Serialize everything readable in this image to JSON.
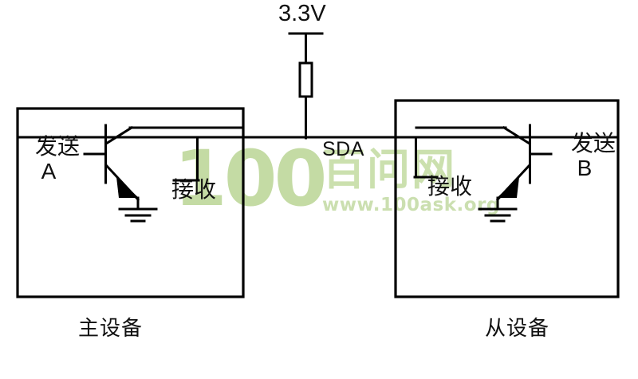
{
  "diagram": {
    "title": "I2C SDA open-drain bus between master and slave",
    "background_color": "#ffffff",
    "line_color": "#000000",
    "supply": {
      "label": "3.3V",
      "rail_name": "supply-rail"
    },
    "bus": {
      "label": "SDA"
    },
    "resistor": {
      "name": "pull-up-resistor"
    },
    "left_device": {
      "box_label": "主设备",
      "send_label": "发送\nA",
      "send_label_chars": "发送A",
      "receive_label": "接收",
      "transistor_type": "npn"
    },
    "right_device": {
      "box_label": "从设备",
      "send_label": "发送\nB",
      "send_label_chars": "发送B",
      "receive_label": "接收",
      "transistor_type": "npn"
    }
  },
  "watermark": {
    "logo_text": "100",
    "cn_text": "百问网",
    "url_text": "www.100ask.org",
    "color": "#c8dfa8"
  }
}
